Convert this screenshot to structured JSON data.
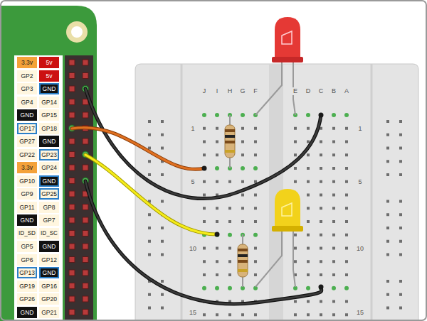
{
  "diagram": {
    "nodes": [
      {
        "text": [
          "3.3v"
        ]
      },
      {
        "text": [
          "5v"
        ]
      },
      {
        "text": [
          "GP2"
        ]
      },
      {
        "text": [
          "5v"
        ]
      },
      {
        "text": [
          "GP3"
        ]
      },
      {
        "text": [
          "GND"
        ]
      },
      {
        "text": [
          "GP4"
        ]
      },
      {
        "text": [
          "GP14"
        ]
      },
      {
        "text": [
          "GND"
        ]
      },
      {
        "text": [
          "GP15"
        ]
      },
      {
        "text": [
          "GP17"
        ]
      },
      {
        "text": [
          "GP18"
        ]
      },
      {
        "text": [
          "GP27"
        ]
      },
      {
        "text": [
          "GND"
        ]
      },
      {
        "text": [
          "GP22"
        ]
      },
      {
        "text": [
          "GP23"
        ]
      },
      {
        "text": [
          "3.3v"
        ]
      },
      {
        "text": [
          "GP24"
        ]
      },
      {
        "text": [
          "GP10"
        ]
      },
      {
        "text": [
          "GND"
        ]
      },
      {
        "text": [
          "GP9"
        ]
      },
      {
        "text": [
          "GP25"
        ]
      },
      {
        "text": [
          "GP11"
        ]
      },
      {
        "text": [
          "GP8"
        ]
      },
      {
        "text": [
          "GND"
        ]
      },
      {
        "text": [
          "GP7"
        ]
      },
      {
        "text": [
          "ID_SD"
        ]
      },
      {
        "text": [
          "ID_SC"
        ]
      },
      {
        "text": [
          "GP5"
        ]
      },
      {
        "text": [
          "GND"
        ]
      },
      {
        "text": [
          "GP6"
        ]
      },
      {
        "text": [
          "GP12"
        ]
      },
      {
        "text": [
          "GP13"
        ]
      },
      {
        "text": [
          "GND"
        ]
      },
      {
        "text": [
          "GP19"
        ]
      },
      {
        "text": [
          "GP16"
        ]
      },
      {
        "text": [
          "GP26"
        ]
      },
      {
        "text": [
          "GP20"
        ]
      },
      {
        "text": [
          "GND"
        ]
      },
      {
        "text": [
          "GP21"
        ]
      }
    ],
    "labels": [
      "J",
      "I",
      "H",
      "G",
      "F",
      "E",
      "D",
      "C",
      "B",
      "A",
      "1",
      "5",
      "10",
      "15",
      "1",
      "5",
      "10",
      "15"
    ]
  }
}
